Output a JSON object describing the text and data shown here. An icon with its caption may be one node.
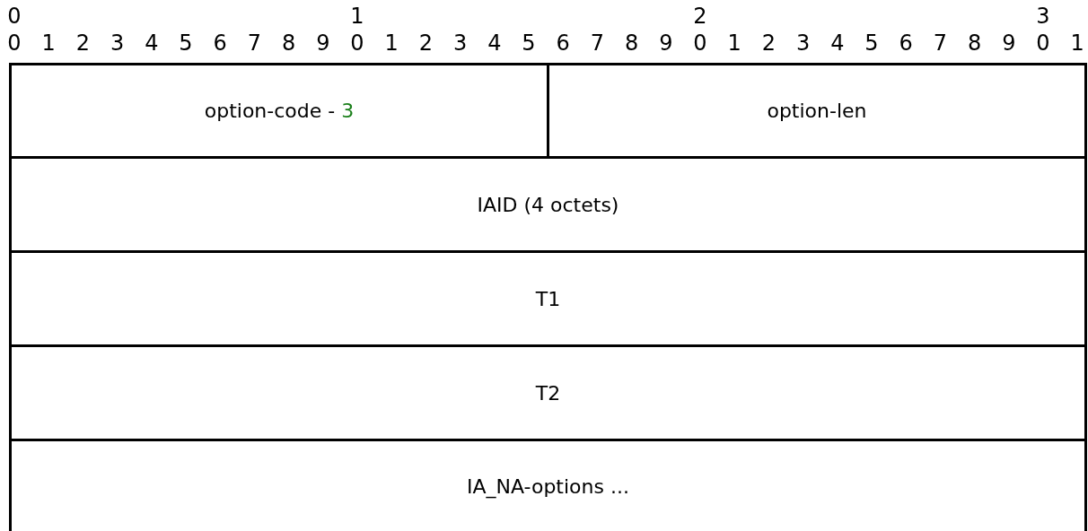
{
  "diagram": {
    "nodes": [
      {
        "text": [
          "option-code -",
          "3"
        ]
      },
      {
        "text": [
          "option-len"
        ]
      },
      {
        "text": [
          "IAID (4 octets)"
        ]
      },
      {
        "text": [
          "T1"
        ]
      },
      {
        "text": [
          "T2"
        ]
      },
      {
        "text": [
          "IA_NA-options ..."
        ]
      }
    ],
    "labels": [
      "0",
      "1",
      "2",
      "3",
      "0",
      "1",
      "2",
      "3",
      "4",
      "5",
      "6",
      "7",
      "8",
      "9",
      "0",
      "1",
      "2",
      "3",
      "4",
      "5",
      "6",
      "7",
      "8",
      "9",
      "0",
      "1",
      "2",
      "3",
      "4",
      "5",
      "6",
      "7",
      "8",
      "9",
      "0",
      "1"
    ]
  }
}
